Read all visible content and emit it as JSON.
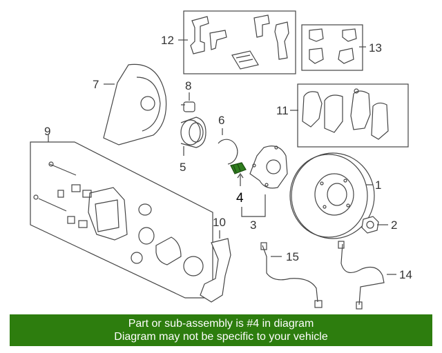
{
  "callouts": {
    "c1": "1",
    "c2": "2",
    "c3": "3",
    "c4": "4",
    "c5": "5",
    "c6": "6",
    "c7": "7",
    "c8": "8",
    "c9": "9",
    "c10": "10",
    "c11": "11",
    "c12": "12",
    "c13": "13",
    "c14": "14",
    "c15": "15"
  },
  "highlight_part": "4",
  "colors": {
    "banner": "#2d7d0e",
    "highlight": "#2f7d1e",
    "line": "#444444"
  },
  "banner": {
    "line1": "Part or sub-assembly is #4 in diagram",
    "line2": "Diagram may not be specific to your vehicle"
  }
}
